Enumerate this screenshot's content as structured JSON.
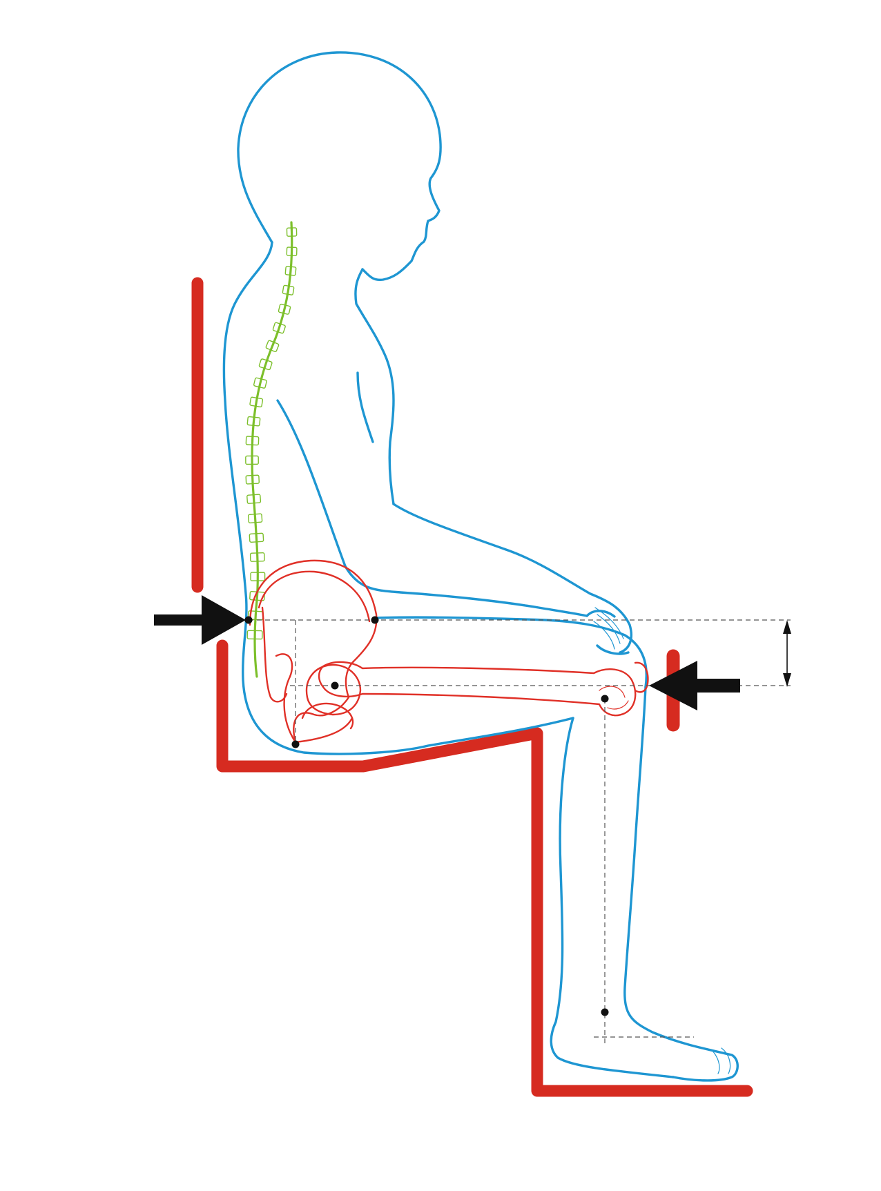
{
  "colors": {
    "body": "#1e96d2",
    "bone": "#e03027",
    "chair": "#d62b20",
    "spine": "#7cbf2a",
    "arrow": "#111111",
    "guide": "#555555"
  },
  "elements": {
    "backrest": "chair-backrest",
    "seat": "chair-seat",
    "pressure_arrows": [
      "lumbar-support-arrow",
      "knee-support-arrow"
    ],
    "dimension_marker": "vertical-dimension-arrow"
  }
}
